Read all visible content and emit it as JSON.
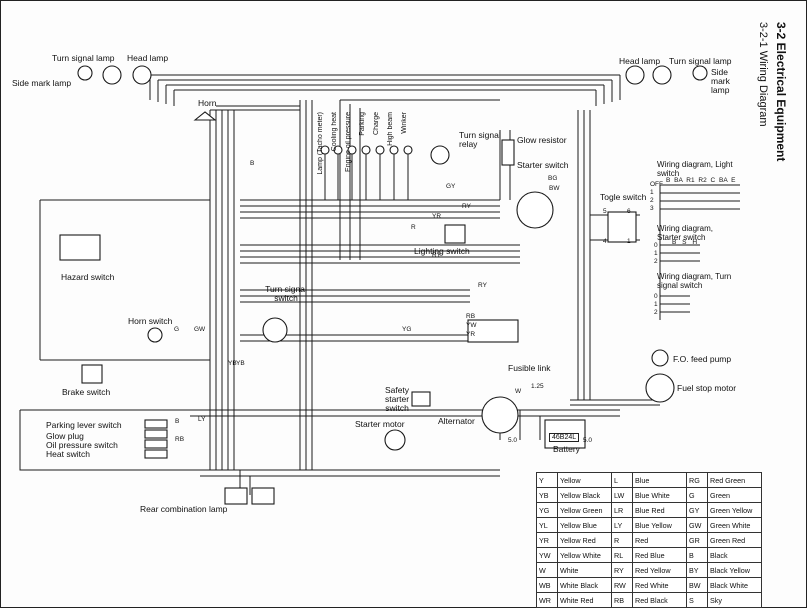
{
  "titles": {
    "section": "3-2 Electrical Equipment",
    "subsection": "3-2-1 Wiring Diagram"
  },
  "components": {
    "turn_signal_lamp_left": "Turn signal lamp",
    "head_lamp_left": "Head lamp",
    "side_mark_lamp_left": "Side mark lamp",
    "horn": "Horn",
    "head_lamp_right": "Head lamp",
    "turn_signal_lamp_right": "Turn signal lamp",
    "side_mark_lamp_right": "Side mark lamp",
    "turn_signal_relay": "Turn signal relay",
    "glow_resistor": "Glow resistor",
    "starter_switch": "Starter switch",
    "togle_switch": "Togle switch",
    "lighting_switch": "Lighting switch",
    "hazard_switch": "Hazard switch",
    "turn_signal_switch": "Turn signal switch",
    "horn_switch": "Horn switch",
    "brake_switch": "Brake switch",
    "parking_lever_switch": "Parking lever switch",
    "glow_plug": "Glow plug",
    "oil_pressure_switch": "Oil pressure switch",
    "heat_switch": "Heat switch",
    "safety_starter_switch": "Safety starter switch",
    "starter_motor": "Starter motor",
    "alternator": "Alternator",
    "battery": "Battery",
    "battery_code": "46B24L",
    "fusible_link": "Fusible link",
    "fo_feed_pump": "F.O. feed pump",
    "fuel_stop_motor": "Fuel stop motor",
    "rear_combination_lamp": "Rear combination lamp"
  },
  "indicator_lamps": [
    "Lamp (Tacho meter)",
    "Cooling heat",
    "Engine oil pressure",
    "Parking",
    "Charge",
    "High beam",
    "Winker"
  ],
  "wiring_diagrams": [
    {
      "title": "Wiring diagram, Light switch",
      "columns": [
        "B",
        "BA",
        "R1",
        "R2",
        "C",
        "BA",
        "E"
      ],
      "rows": [
        "OFF",
        "1",
        "2",
        "3"
      ]
    },
    {
      "title": "Wiring diagram, Starter switch",
      "columns": [
        "B",
        "S",
        "H"
      ],
      "rows": [
        "0",
        "1",
        "2"
      ]
    },
    {
      "title": "Wiring diagram, Turn signal switch",
      "columns": [],
      "rows": [
        "0",
        "1",
        "2"
      ]
    }
  ],
  "togle_switch_terminals": [
    "5",
    "6",
    "4",
    "1"
  ],
  "wire_codes": [
    "B",
    "GY",
    "RY",
    "RY",
    "RB",
    "YR",
    "YW",
    "YG",
    "G",
    "GW",
    "LY",
    "B",
    "RB",
    "YB",
    "YB",
    "R",
    "RY",
    "BG",
    "BW",
    "W",
    "YR",
    "1.25",
    "5.0",
    "5.0"
  ],
  "legend": [
    [
      {
        "code": "Y",
        "name": "Yellow"
      },
      {
        "code": "L",
        "name": "Blue"
      },
      {
        "code": "RG",
        "name": "Red Green"
      }
    ],
    [
      {
        "code": "YB",
        "name": "Yellow Black"
      },
      {
        "code": "LW",
        "name": "Blue White"
      },
      {
        "code": "G",
        "name": "Green"
      }
    ],
    [
      {
        "code": "YG",
        "name": "Yellow Green"
      },
      {
        "code": "LR",
        "name": "Blue Red"
      },
      {
        "code": "GY",
        "name": "Green Yellow"
      }
    ],
    [
      {
        "code": "YL",
        "name": "Yellow Blue"
      },
      {
        "code": "LY",
        "name": "Blue Yellow"
      },
      {
        "code": "GW",
        "name": "Green White"
      }
    ],
    [
      {
        "code": "YR",
        "name": "Yellow Red"
      },
      {
        "code": "R",
        "name": "Red"
      },
      {
        "code": "GR",
        "name": "Green Red"
      }
    ],
    [
      {
        "code": "YW",
        "name": "Yellow White"
      },
      {
        "code": "RL",
        "name": "Red Blue"
      },
      {
        "code": "B",
        "name": "Black"
      }
    ],
    [
      {
        "code": "W",
        "name": "White"
      },
      {
        "code": "RY",
        "name": "Red Yellow"
      },
      {
        "code": "BY",
        "name": "Black Yellow"
      }
    ],
    [
      {
        "code": "WB",
        "name": "White Black"
      },
      {
        "code": "RW",
        "name": "Red White"
      },
      {
        "code": "BW",
        "name": "Black White"
      }
    ],
    [
      {
        "code": "WR",
        "name": "White Red"
      },
      {
        "code": "RB",
        "name": "Red Black"
      },
      {
        "code": "S",
        "name": "Sky"
      }
    ]
  ]
}
